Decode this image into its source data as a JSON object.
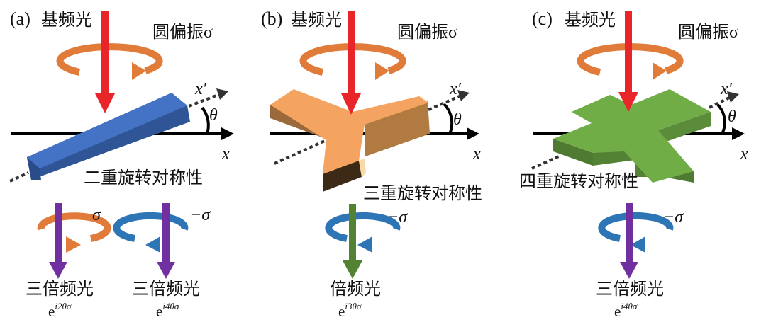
{
  "panels": [
    {
      "label": "(a)",
      "input_light": "基频光",
      "input_polarization": "圆偏振σ",
      "x_prime": "x′",
      "x": "x",
      "theta": "θ",
      "symmetry": "二重旋转对称性",
      "outputs": [
        {
          "pol": "σ",
          "light": "三倍频光",
          "phase_base": "e",
          "phase_exp": "i2θσ",
          "ring_color": "#E07B39",
          "arrow_color": "#7030A0"
        },
        {
          "pol": "−σ",
          "light": "三倍频光",
          "phase_base": "e",
          "phase_exp": "i4θσ",
          "ring_color": "#2E75B6",
          "arrow_color": "#7030A0"
        }
      ],
      "structure_color": "#4472C4"
    },
    {
      "label": "(b)",
      "input_light": "基频光",
      "input_polarization": "圆偏振σ",
      "x_prime": "x′",
      "x": "x",
      "theta": "θ",
      "symmetry": "三重旋转对称性",
      "outputs": [
        {
          "pol": "−σ",
          "light": "倍频光",
          "phase_base": "e",
          "phase_exp": "i3θσ",
          "ring_color": "#2E75B6",
          "arrow_color": "#548235"
        }
      ],
      "structure_color": "#F4A460"
    },
    {
      "label": "(c)",
      "input_light": "基频光",
      "input_polarization": "圆偏振σ",
      "x_prime": "x′",
      "x": "x",
      "theta": "θ",
      "symmetry": "四重旋转对称性",
      "outputs": [
        {
          "pol": "−σ",
          "light": "三倍频光",
          "phase_base": "e",
          "phase_exp": "i4θσ",
          "ring_color": "#2E75B6",
          "arrow_color": "#7030A0"
        }
      ],
      "structure_color": "#70AD47"
    }
  ],
  "colors": {
    "input_arrow": "#E8262A",
    "input_ring": "#E07B39",
    "axis": "#000000"
  }
}
